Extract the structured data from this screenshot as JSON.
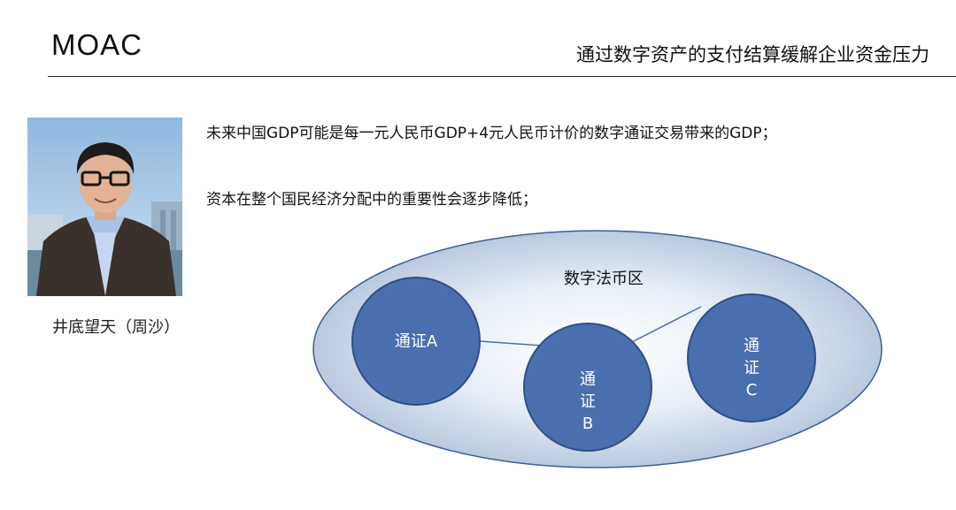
{
  "header": {
    "logo_text": "MOAC",
    "title": "通过数字资产的支付结算缓解企业资金压力"
  },
  "profile": {
    "caption": "井底望天（周沙）"
  },
  "bullets": [
    "未来中国GDP可能是每一元人民币GDP+4元人民币计价的数字通证交易带来的GDP；",
    "资本在整个国民经济分配中的重要性会逐步降低；"
  ],
  "diagram": {
    "zone_label": "数字法币区",
    "nodes": [
      {
        "id": "A",
        "line1": "通证A",
        "line2": "",
        "line3": ""
      },
      {
        "id": "B",
        "line1": "通",
        "line2": "证",
        "line3": "B"
      },
      {
        "id": "C",
        "line1": "通",
        "line2": "证",
        "line3": "C"
      }
    ],
    "edges": [
      [
        "A",
        "B"
      ],
      [
        "B",
        "C"
      ]
    ],
    "colors": {
      "node_fill": "#4a6fae",
      "node_stroke": "#2f4f86",
      "zone_stroke": "#3f5f93",
      "zone_fill_center": "#ffffff",
      "zone_fill_edge": "#b9c9df"
    }
  }
}
